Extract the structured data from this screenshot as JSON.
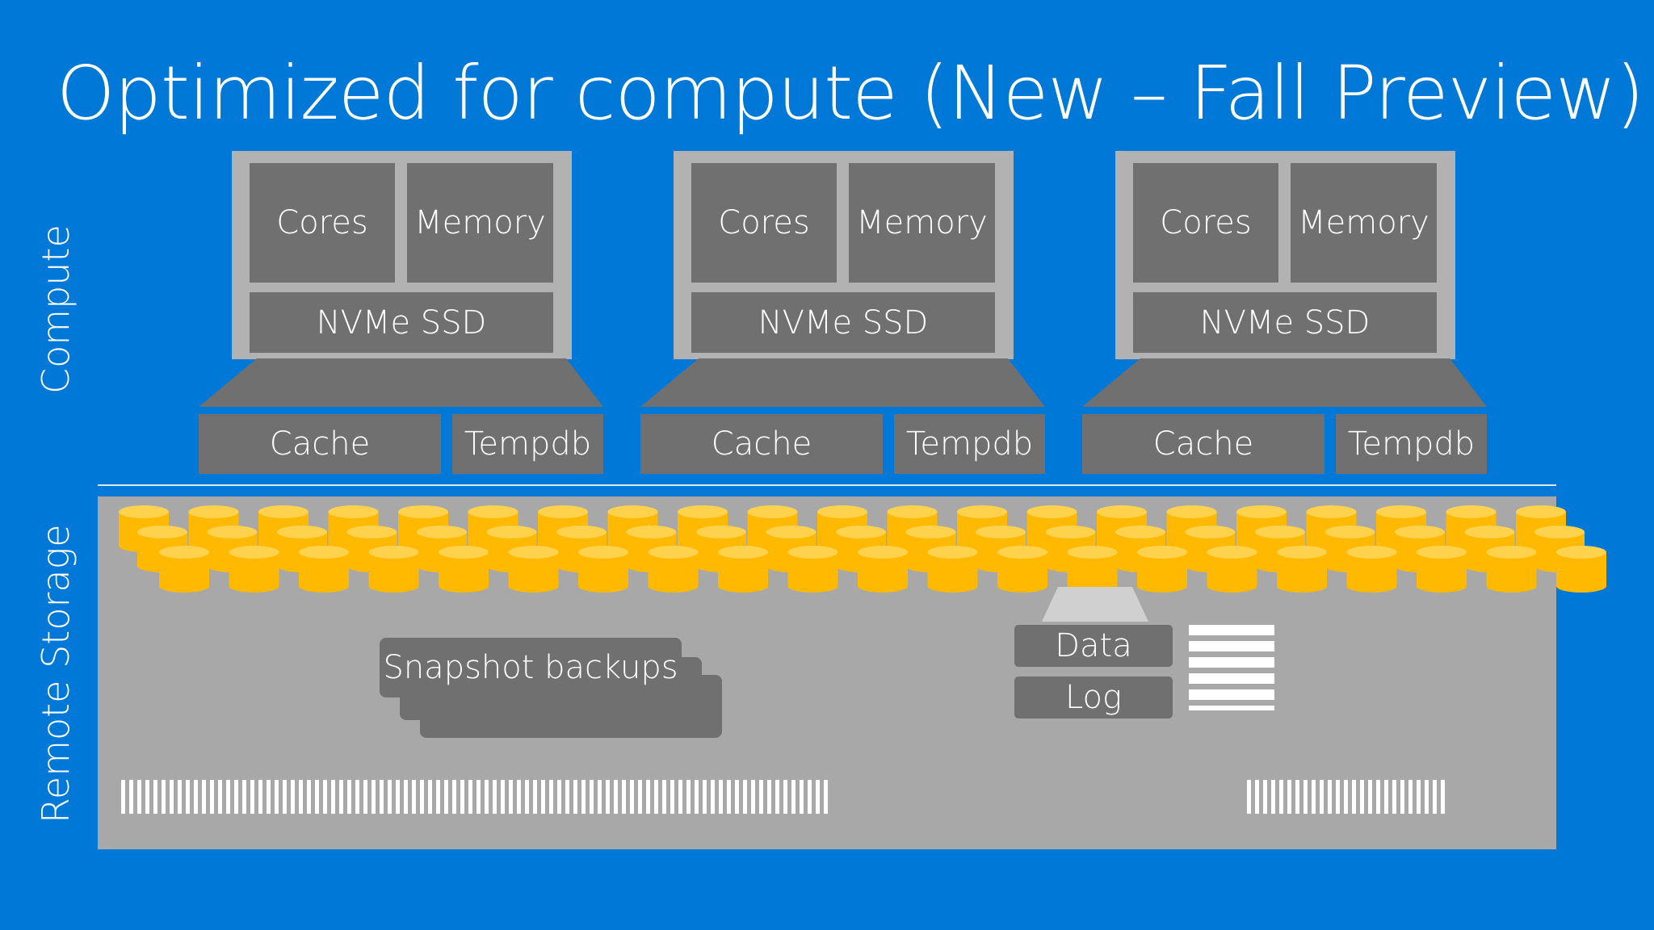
{
  "slide": {
    "title": "Optimized for compute (New – Fall Preview)",
    "labels": {
      "compute": "Compute",
      "remote_storage": "Remote Storage"
    }
  },
  "vms": [
    {
      "cores": "Cores",
      "memory": "Memory",
      "ssd": "NVMe SSD",
      "cache": "Cache",
      "tempdb": "Tempdb"
    },
    {
      "cores": "Cores",
      "memory": "Memory",
      "ssd": "NVMe SSD",
      "cache": "Cache",
      "tempdb": "Tempdb"
    },
    {
      "cores": "Cores",
      "memory": "Memory",
      "ssd": "NVMe SSD",
      "cache": "Cache",
      "tempdb": "Tempdb"
    }
  ],
  "storage": {
    "snapshot_label": "Snapshot backups",
    "data_label": "Data",
    "log_label": "Log"
  },
  "colors": {
    "background": "#0078d7",
    "box": "#707070",
    "frame": "#b2b2b2",
    "storage": "#a8a8a8",
    "disk": "#ffb900",
    "disk_top": "#ffd24d"
  }
}
